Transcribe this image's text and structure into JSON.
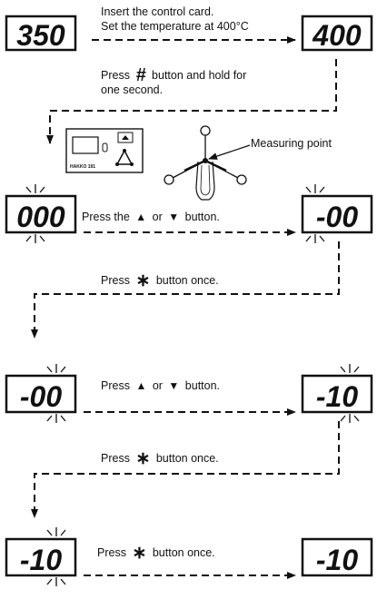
{
  "steps": {
    "s1_line1": "Insert the control card.",
    "s1_line2": "Set the temperature at 400°C",
    "s2_prefix": "Press",
    "s2_symbol": "#",
    "s2_suffix": "button and hold for",
    "s2_line2": "one second.",
    "s3_label": "Measuring point",
    "s3_device_text": "HAKKO 191",
    "s4_prefix": "Press the",
    "s4_up": "▲",
    "s4_or": "or",
    "s4_down": "▼",
    "s4_suffix": "button.",
    "s5_prefix": "Press",
    "s5_symbol": "∗",
    "s5_suffix": "button once.",
    "s6_prefix": "Press",
    "s6_up": "▲",
    "s6_or": "or",
    "s6_down": "▼",
    "s6_suffix": "button.",
    "s7_prefix": "Press",
    "s7_symbol": "∗",
    "s7_suffix": "button once.",
    "s8_prefix": "Press",
    "s8_symbol": "∗",
    "s8_suffix": "button once."
  },
  "displays": {
    "d1": "350",
    "d2": "400",
    "d3": "000",
    "d4": "-00",
    "d5": "-00",
    "d6": "-10",
    "d7": "-10",
    "d8": "-10"
  },
  "colors": {
    "ink": "#111111",
    "paper": "#ffffff"
  }
}
